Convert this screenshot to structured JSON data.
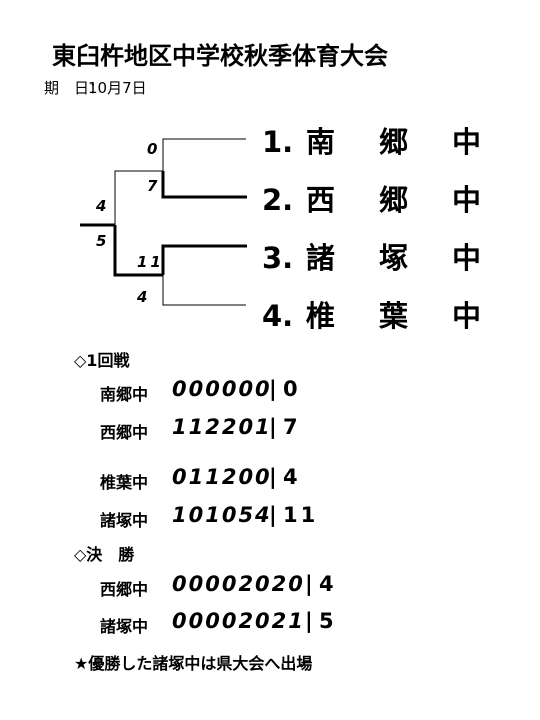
{
  "header": {
    "title": "東臼杵地区中学校秋季体育大会",
    "date_label": "期　日：",
    "date_value": "10月7日"
  },
  "bracket": {
    "teams": [
      {
        "seed": "1.",
        "name": "南郷中"
      },
      {
        "seed": "2.",
        "name": "西郷中"
      },
      {
        "seed": "3.",
        "name": "諸塚中"
      },
      {
        "seed": "4.",
        "name": "椎葉中"
      }
    ],
    "match1_scores": [
      "0",
      "7"
    ],
    "match2_scores": [
      "11",
      "4"
    ],
    "final_scores": [
      "4",
      "5"
    ]
  },
  "round1": {
    "heading": "◇1回戦",
    "rows": [
      {
        "team": "南郷中",
        "innings": "000000",
        "total": "0"
      },
      {
        "team": "西郷中",
        "innings": "112201",
        "total": "7"
      },
      {
        "team": "椎葉中",
        "innings": "011200",
        "total": "4"
      },
      {
        "team": "諸塚中",
        "innings": "101054",
        "total": "11"
      }
    ]
  },
  "final": {
    "heading": "◇決　勝",
    "rows": [
      {
        "team": "西郷中",
        "innings": "00002020",
        "total": "4"
      },
      {
        "team": "諸塚中",
        "innings": "00002021",
        "total": "5"
      }
    ]
  },
  "footer": {
    "note": "★優勝した諸塚中は県大会へ出場"
  }
}
